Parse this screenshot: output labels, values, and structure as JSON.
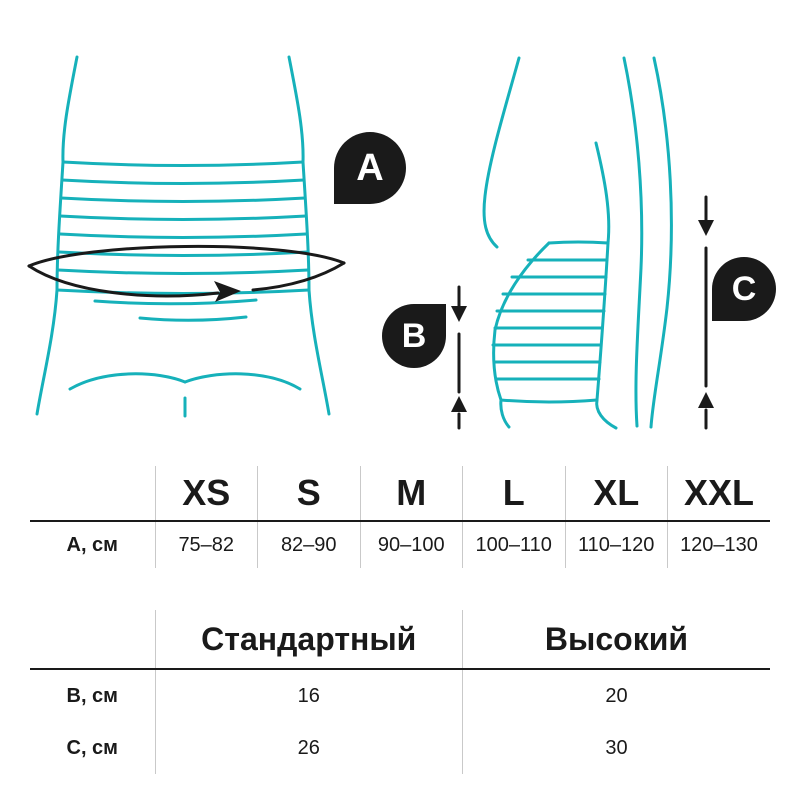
{
  "palette": {
    "accent_teal": "#16b1ba",
    "ink": "#1a1a1a",
    "separator_gray": "#c9c9c9"
  },
  "figure_labels": {
    "a": "A",
    "b": "B",
    "c": "C"
  },
  "size_table": {
    "corner": "",
    "columns": [
      "XS",
      "S",
      "M",
      "L",
      "XL",
      "XXL"
    ],
    "row_label": "А, см",
    "values": [
      "75–82",
      "82–90",
      "90–100",
      "100–110",
      "110–120",
      "120–130"
    ]
  },
  "height_table": {
    "corner": "",
    "columns": [
      "Стандартный",
      "Высокий"
    ],
    "rows": [
      {
        "label": "B, см",
        "values": [
          "16",
          "20"
        ]
      },
      {
        "label": "C, см",
        "values": [
          "26",
          "30"
        ]
      }
    ]
  }
}
